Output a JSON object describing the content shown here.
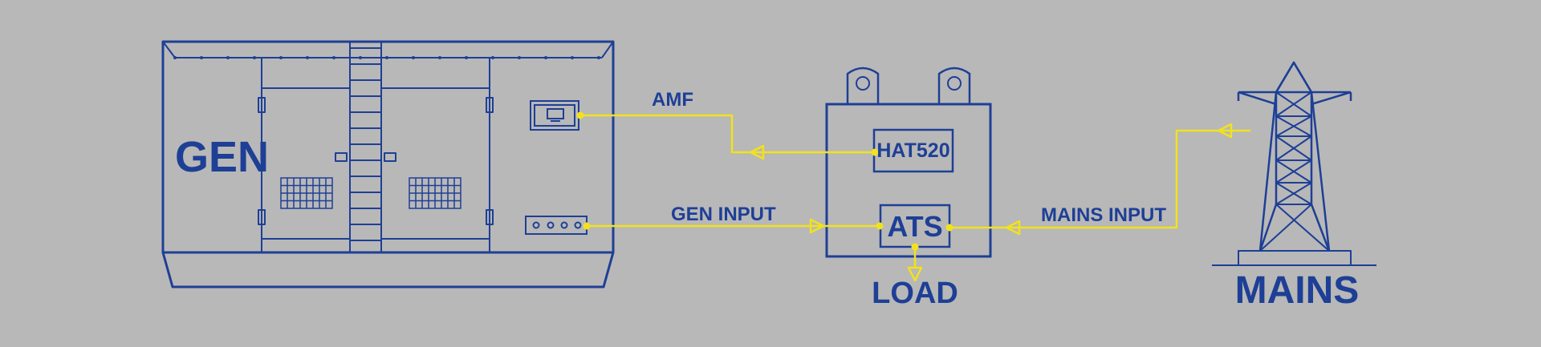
{
  "labels": {
    "gen": "GEN",
    "amf": "AMF",
    "hat": "HAT520",
    "gen_input": "GEN INPUT",
    "ats": "ATS",
    "mains_input": "MAINS INPUT",
    "load": "LOAD",
    "mains": "MAINS"
  },
  "colors": {
    "background": "#b8b8b8",
    "outline": "#1e3f96",
    "signal": "#f2e21d"
  }
}
